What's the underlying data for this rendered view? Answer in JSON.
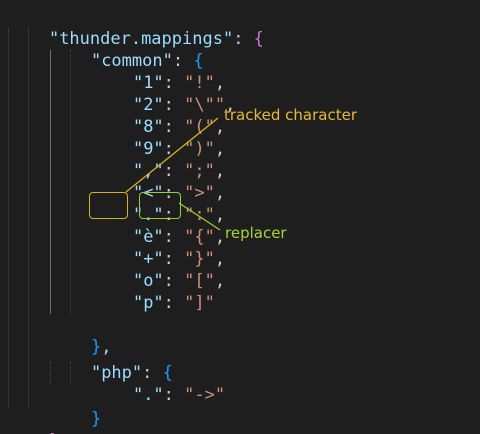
{
  "editor": {
    "root_key": "\"thunder.mappings\"",
    "common_key": "\"common\"",
    "php_key": "\"php\"",
    "common_pairs": [
      {
        "k": "\"1\"",
        "v": "\"!\""
      },
      {
        "k": "\"2\"",
        "v": "\"\\\"\""
      },
      {
        "k": "\"8\"",
        "v": "\"(\""
      },
      {
        "k": "\"9\"",
        "v": "\")\""
      },
      {
        "k": "\",\"",
        "v": "\";\""
      },
      {
        "k": "\"<\"",
        "v": "\">\""
      },
      {
        "k": "\".\"",
        "v": "\":\""
      },
      {
        "k": "\"è\"",
        "v": "\"{\""
      },
      {
        "k": "\"+\"",
        "v": "\"}\""
      },
      {
        "k": "\"o\"",
        "v": "\"[\""
      },
      {
        "k": "\"p\"",
        "v": "\"]\""
      }
    ],
    "php_pairs": [
      {
        "k": "\".\"",
        "v": "\"->\""
      }
    ]
  },
  "annotations": {
    "tracked_label": "tracked character",
    "replacer_label": "replacer"
  },
  "colors": {
    "background": "#1e1e1e",
    "key": "#9cdcfe",
    "string": "#ce9178",
    "brace_level1": "#da70d6",
    "brace_level2": "#179fff",
    "brace_level3": "#ffd700",
    "annotation_yellow": "#e8b83a",
    "annotation_green": "#a8d336"
  }
}
